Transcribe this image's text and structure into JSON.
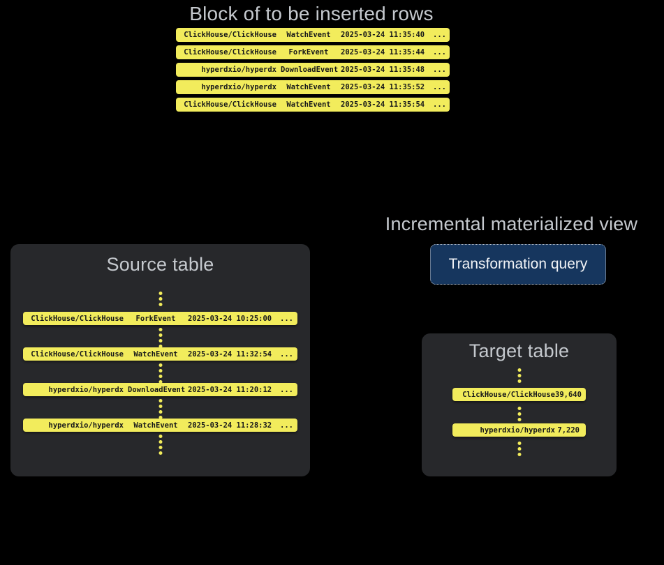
{
  "colors": {
    "background": "#000000",
    "panel": "#27282b",
    "heading_text": "#c5c9ce",
    "row_background": "#f2ec5c",
    "row_text": "#17181a",
    "button_background": "#16365e",
    "button_text": "#f1f3f6"
  },
  "insert_block": {
    "title": "Block of to be inserted rows",
    "rows": [
      {
        "repo": "ClickHouse/ClickHouse",
        "event": "WatchEvent",
        "timestamp": "2025-03-24 11:35:40",
        "more": "..."
      },
      {
        "repo": "ClickHouse/ClickHouse",
        "event": "ForkEvent",
        "timestamp": "2025-03-24 11:35:44",
        "more": "..."
      },
      {
        "repo": "hyperdxio/hyperdx",
        "event": "DownloadEvent",
        "timestamp": "2025-03-24 11:35:48",
        "more": "..."
      },
      {
        "repo": "hyperdxio/hyperdx",
        "event": "WatchEvent",
        "timestamp": "2025-03-24 11:35:52",
        "more": "..."
      },
      {
        "repo": "ClickHouse/ClickHouse",
        "event": "WatchEvent",
        "timestamp": "2025-03-24 11:35:54",
        "more": "..."
      }
    ]
  },
  "source_table": {
    "title": "Source table",
    "rows": [
      {
        "repo": "ClickHouse/ClickHouse",
        "event": "ForkEvent",
        "timestamp": "2025-03-24 10:25:00",
        "more": "..."
      },
      {
        "repo": "ClickHouse/ClickHouse",
        "event": "WatchEvent",
        "timestamp": "2025-03-24 11:32:54",
        "more": "..."
      },
      {
        "repo": "hyperdxio/hyperdx",
        "event": "DownloadEvent",
        "timestamp": "2025-03-24 11:20:12",
        "more": "..."
      },
      {
        "repo": "hyperdxio/hyperdx",
        "event": "WatchEvent",
        "timestamp": "2025-03-24 11:28:32",
        "more": "..."
      }
    ]
  },
  "materialized_view": {
    "label": "Incremental materialized view",
    "button_label": "Transformation query"
  },
  "target_table": {
    "title": "Target table",
    "rows": [
      {
        "repo": "ClickHouse/ClickHouse",
        "count": "39,640"
      },
      {
        "repo": "hyperdxio/hyperdx",
        "count": "7,220"
      }
    ]
  }
}
